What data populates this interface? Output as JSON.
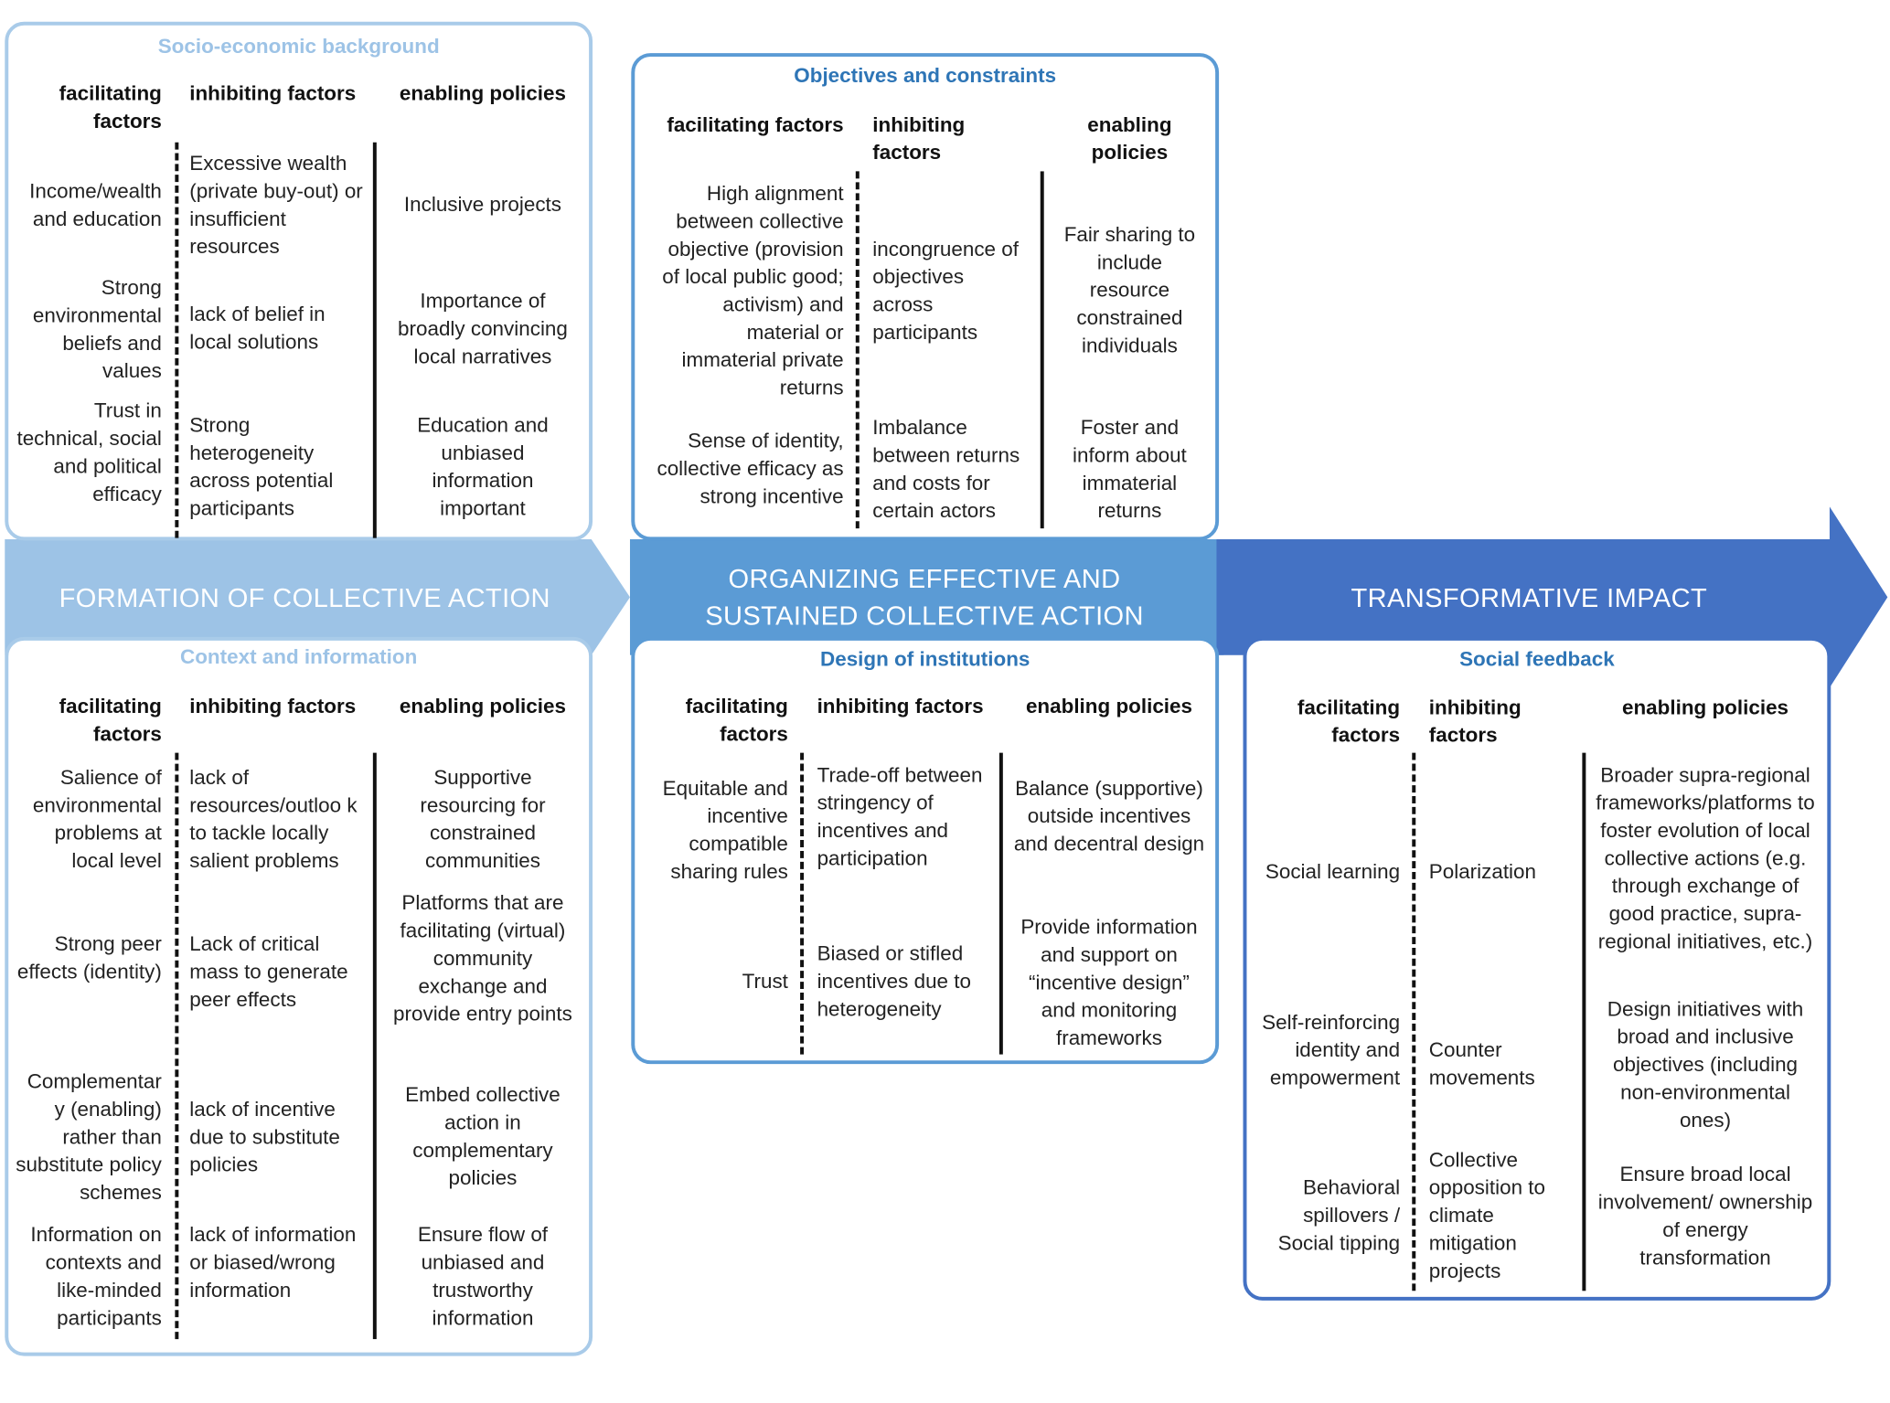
{
  "colors": {
    "band_light": "#9dc3e6",
    "band_mid": "#5b9bd5",
    "band_dark": "#4472c4",
    "card_border_light": "#a9cbe9",
    "card_border_mid": "#5b9bd5",
    "card_border_dark": "#4472c4",
    "title_light": "#9dc3e6",
    "title_blue": "#2e75b6"
  },
  "stages": {
    "formation": "FORMATION OF COLLECTIVE ACTION",
    "organizing": "ORGANIZING EFFECTIVE AND SUSTAINED COLLECTIVE ACTION",
    "impact": "TRANSFORMATIVE IMPACT"
  },
  "socio": {
    "title": "Socio-economic background",
    "headers": {
      "facilitating": "facilitating factors",
      "inhibiting": "inhibiting factors",
      "enabling": "enabling policies"
    },
    "rows": [
      {
        "facilitating": "Income/wealth and education",
        "inhibiting": "Excessive wealth (private buy-out) or insufficient resources",
        "enabling": "Inclusive projects"
      },
      {
        "facilitating": "Strong environmental beliefs and values",
        "inhibiting": "lack of belief in local solutions",
        "enabling": "Importance of broadly convincing local narratives"
      },
      {
        "facilitating": "Trust in technical, social and political efficacy",
        "inhibiting": "Strong heterogeneity across potential participants",
        "enabling": "Education and unbiased information important"
      }
    ]
  },
  "context": {
    "title": "Context and information",
    "headers": {
      "facilitating": "facilitating factors",
      "inhibiting": "inhibiting factors",
      "enabling": "enabling policies"
    },
    "rows": [
      {
        "facilitating": "Salience of environmental problems at local level",
        "inhibiting": "lack of resources/outloo k to tackle locally salient problems",
        "enabling": "Supportive resourcing for constrained communities"
      },
      {
        "facilitating": "Strong peer effects (identity)",
        "inhibiting": "Lack of critical mass to generate peer effects",
        "enabling": "Platforms that are facilitating (virtual) community exchange and provide entry points"
      },
      {
        "facilitating": "Complementar y (enabling) rather than substitute policy schemes",
        "inhibiting": "lack of incentive due to substitute policies",
        "enabling": "Embed collective action in complementary policies"
      },
      {
        "facilitating": "Information on contexts and like-minded participants",
        "inhibiting": "lack of information or biased/wrong information",
        "enabling": "Ensure flow of unbiased and trustworthy information"
      }
    ]
  },
  "objectives": {
    "title": "Objectives and constraints",
    "headers": {
      "facilitating": "facilitating factors",
      "inhibiting": "inhibiting factors",
      "enabling": "enabling policies"
    },
    "rows": [
      {
        "facilitating": "High alignment between collective objective (provision of local public good; activism) and material or immaterial private returns",
        "inhibiting": "incongruence of objectives across participants",
        "enabling": "Fair sharing to include resource constrained individuals"
      },
      {
        "facilitating": "Sense of identity, collective efficacy as strong incentive",
        "inhibiting": "Imbalance between returns and costs for certain actors",
        "enabling": "Foster and inform about immaterial returns"
      }
    ]
  },
  "institutions": {
    "title": "Design of institutions",
    "headers": {
      "facilitating": "facilitating factors",
      "inhibiting": "inhibiting factors",
      "enabling": "enabling policies"
    },
    "rows": [
      {
        "facilitating": "Equitable and incentive compatible sharing rules",
        "inhibiting": "Trade-off between stringency of incentives and participation",
        "enabling": "Balance (supportive) outside incentives and decentral design"
      },
      {
        "facilitating": "Trust",
        "inhibiting": "Biased or stifled incentives due to heterogeneity",
        "enabling": "Provide information and support on “incentive design” and monitoring frameworks"
      }
    ]
  },
  "social": {
    "title": "Social feedback",
    "headers": {
      "facilitating": "facilitating factors",
      "inhibiting": "inhibiting factors",
      "enabling": "enabling policies"
    },
    "rows": [
      {
        "facilitating": "Social learning",
        "inhibiting": "Polarization",
        "enabling": "Broader supra-regional frameworks/platforms to foster evolution of local collective actions (e.g. through exchange of good practice, supra-regional initiatives, etc.)"
      },
      {
        "facilitating": "Self-reinforcing identity and empowerment",
        "inhibiting": "Counter movements",
        "enabling": "Design initiatives with broad and inclusive objectives (including non-environmental ones)"
      },
      {
        "facilitating": "Behavioral spillovers / Social tipping",
        "inhibiting": "Collective opposition to climate mitigation projects",
        "enabling": "Ensure broad local involvement/ ownership of energy transformation"
      }
    ]
  }
}
